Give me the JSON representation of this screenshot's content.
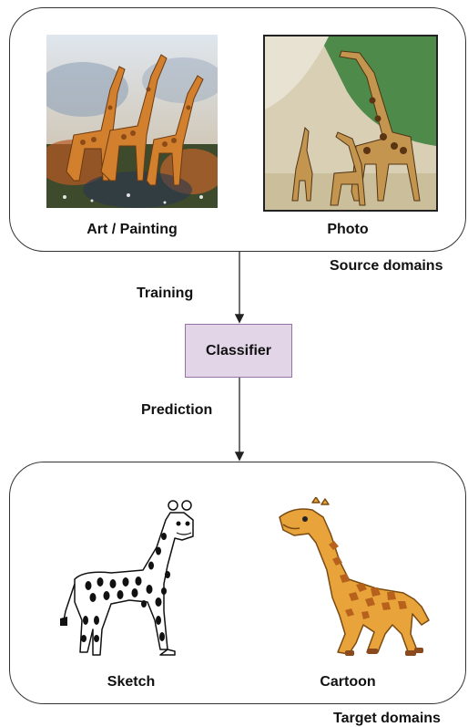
{
  "source": {
    "items": [
      {
        "label": "Art / Painting",
        "icon": "giraffe-painting-image"
      },
      {
        "label": "Photo",
        "icon": "giraffe-photo-image"
      }
    ],
    "caption": "Source domains"
  },
  "flow": {
    "training_label": "Training",
    "classifier_label": "Classifier",
    "prediction_label": "Prediction"
  },
  "target": {
    "items": [
      {
        "label": "Sketch",
        "icon": "giraffe-sketch-image"
      },
      {
        "label": "Cartoon",
        "icon": "giraffe-cartoon-image"
      }
    ],
    "caption": "Target domains"
  },
  "colors": {
    "classifier_fill": "#e1d5e7",
    "classifier_border": "#9673a6",
    "giraffe_orange": "#e8a33a",
    "giraffe_spots": "#8a4a1e"
  }
}
